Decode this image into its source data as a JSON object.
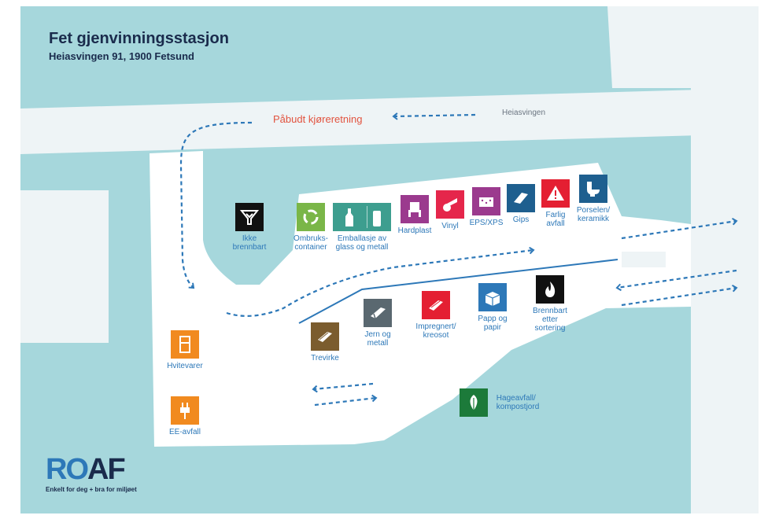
{
  "header": {
    "title": "Fet gjenvinningsstasjon",
    "address": "Heiasvingen 91, 1900 Fetsund"
  },
  "road": {
    "name": "Heiasvingen",
    "direction_label": "Påbudt kjøreretning"
  },
  "colors": {
    "water": "#a6d7dc",
    "land": "#ffffff",
    "arrow": "#2d78b8",
    "direction_text": "#e2533f",
    "title": "#1a2b4c"
  },
  "stations": {
    "ikke_brennbart": {
      "label": "Ikke\nbrennbart",
      "color": "#111111",
      "icon": "funnel-icon"
    },
    "ombruk": {
      "label": "Ombruks-\ncontainer",
      "color": "#7ab648",
      "icon": "recycle-icon"
    },
    "emballasje": {
      "label": "Emballasje av\nglass og metall",
      "color": "#3d9e8f",
      "icon": "bottle-can-icon"
    },
    "hardplast": {
      "label": "Hardplast",
      "color": "#9b3a8e",
      "icon": "chair-icon"
    },
    "vinyl": {
      "label": "Vinyl",
      "color": "#e5264b",
      "icon": "vinyl-roll-icon"
    },
    "eps": {
      "label": "EPS/XPS",
      "color": "#9b3a8e",
      "icon": "eps-block-icon"
    },
    "gips": {
      "label": "Gips",
      "color": "#1e5f8f",
      "icon": "gypsum-board-icon"
    },
    "farlig": {
      "label": "Farlig\navfall",
      "color": "#e41f32",
      "icon": "warning-icon"
    },
    "porselen": {
      "label": "Porselen/\nkeramikk",
      "color": "#1e5f8f",
      "icon": "toilet-icon"
    },
    "hvitevarer": {
      "label": "Hvitevarer",
      "color": "#f18a1f",
      "icon": "fridge-icon"
    },
    "ee_avfall": {
      "label": "EE-avfall",
      "color": "#f18a1f",
      "icon": "plug-icon"
    },
    "trevirke": {
      "label": "Trevirke",
      "color": "#7b5c2e",
      "icon": "wood-icon"
    },
    "jern": {
      "label": "Jern og\nmetall",
      "color": "#5a6870",
      "icon": "metal-beam-icon"
    },
    "impregnert": {
      "label": "Impregnert/\nkreosot",
      "color": "#e41f32",
      "icon": "treated-wood-icon"
    },
    "papp": {
      "label": "Papp og\npapir",
      "color": "#2d78b8",
      "icon": "cardboard-icon"
    },
    "brennbart": {
      "label": "Brennbart\netter\nsortering",
      "color": "#111111",
      "icon": "flame-icon"
    },
    "hageavfall": {
      "label": "Hageavfall/\nkompostjord",
      "color": "#1c7a3a",
      "icon": "leaf-icon"
    }
  },
  "logo": {
    "ro": "RO",
    "af": "AF",
    "tagline": "Enkelt for deg + bra for miljøet"
  }
}
